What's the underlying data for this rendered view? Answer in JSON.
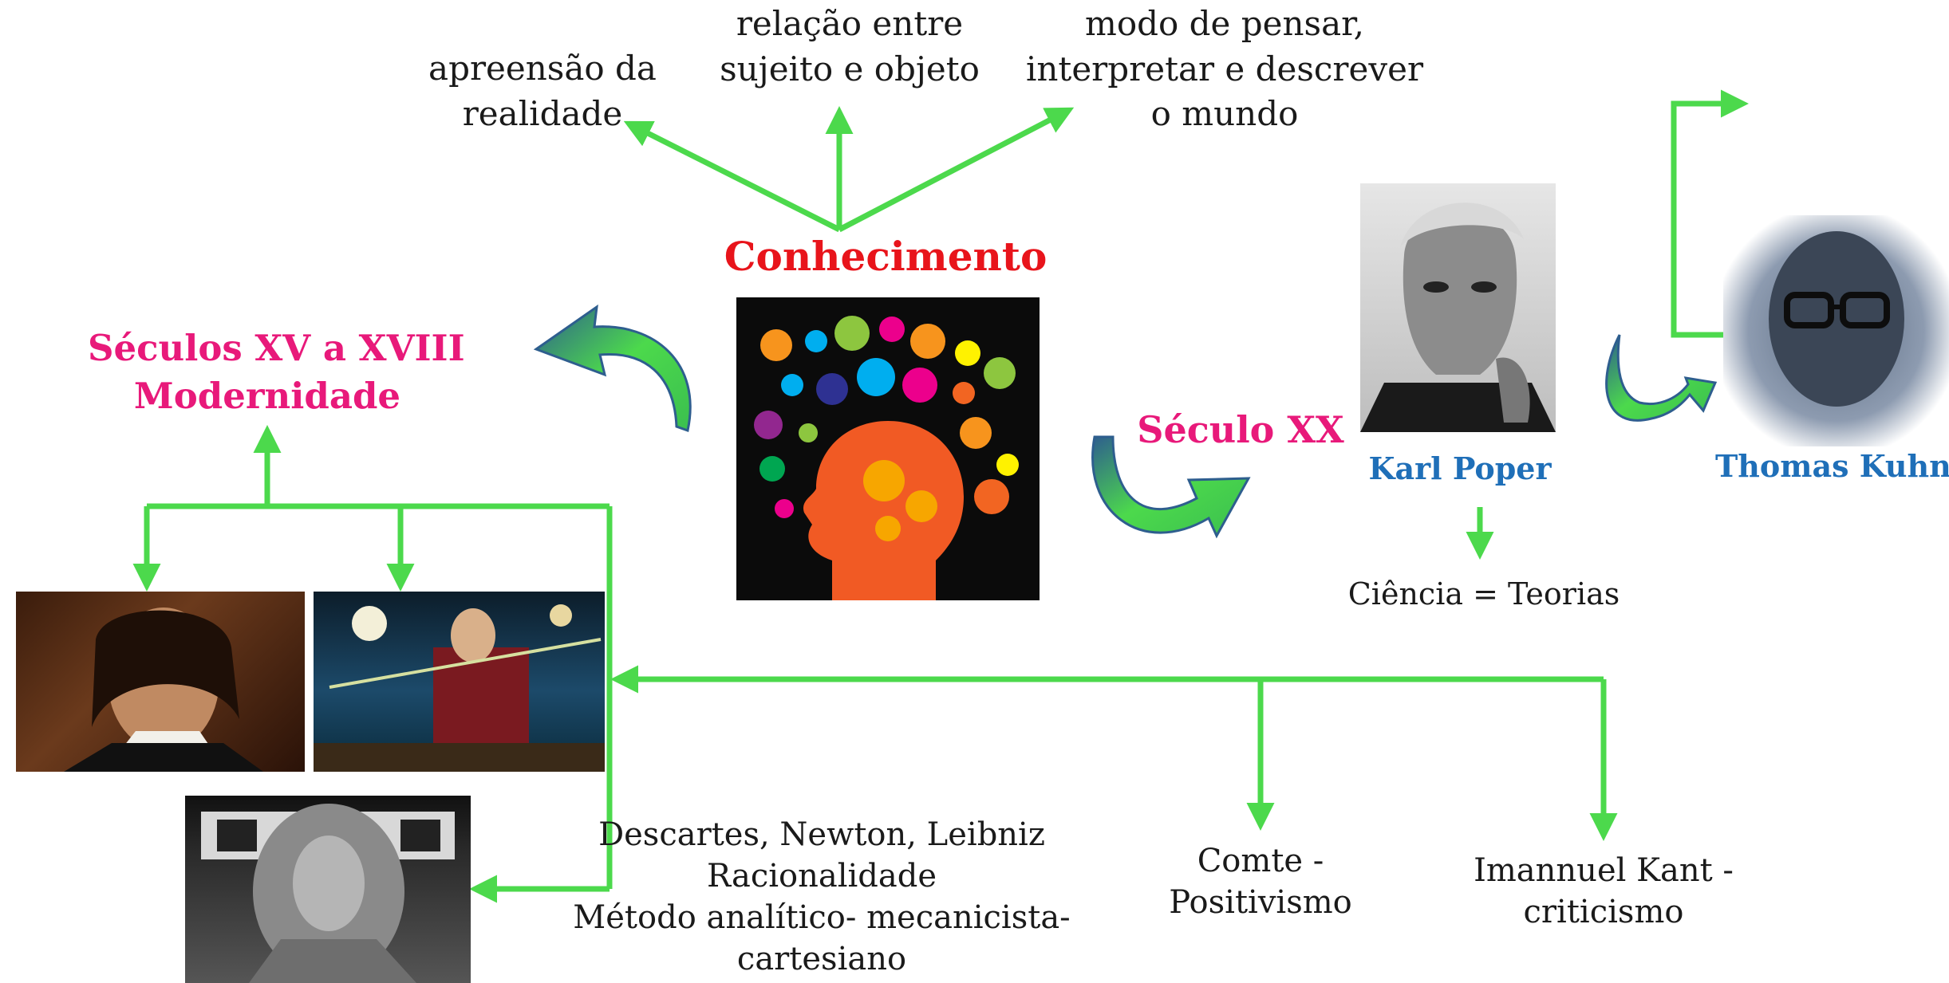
{
  "center": {
    "title": "Conhecimento"
  },
  "branches": {
    "apprehension": "apreensão da realidade",
    "relation": "relação entre sujeito e objeto",
    "mode": "modo de pensar, interpretar e descrever o mundo"
  },
  "modernity": {
    "line1": "Séculos XV a XVIII",
    "line2": "Modernidade"
  },
  "twentieth": {
    "label": "Século XX"
  },
  "poper": {
    "name": "Karl Poper",
    "caption": "Ciência = Teorias"
  },
  "kuhn": {
    "name": "Thomas Kuhn"
  },
  "rationality": {
    "line1": "Descartes, Newton, Leibniz",
    "line2": "Racionalidade",
    "line3": "Método analítico- mecanicista-",
    "line4": "cartesiano"
  },
  "comte": {
    "line1": "Comte -",
    "line2": "Positivismo"
  },
  "kant": {
    "line1": "Imannuel Kant -",
    "line2": "criticismo"
  },
  "colors": {
    "arrow_green": "#4cd94c",
    "title_red": "#e8141b",
    "era_pink": "#e8197a",
    "name_blue": "#1f6fb8",
    "curved_arrow_blue": "#2e5e8e"
  }
}
